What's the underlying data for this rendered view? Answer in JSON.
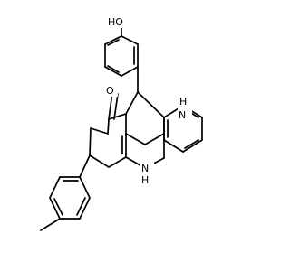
{
  "molecule": {
    "atoms": {
      "hydroxyl": "HO",
      "ketone_oxygen": "O",
      "amine_top": "N",
      "amine_top_h": "H",
      "amine_bottom": "N",
      "amine_bottom_h": "H"
    }
  }
}
